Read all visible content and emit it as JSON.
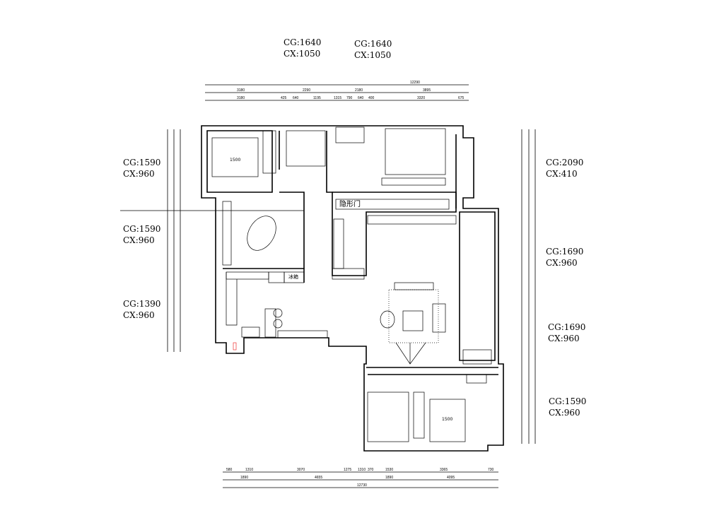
{
  "annotations": [
    {
      "cg": "CG:1640",
      "cx": "CX:1050"
    },
    {
      "cg": "CG:1640",
      "cx": "CX:1050"
    },
    {
      "cg": "CG:1590",
      "cx": "CX:960"
    },
    {
      "cg": "CG:1590",
      "cx": "CX:960"
    },
    {
      "cg": "CG:1390",
      "cx": "CX:960"
    },
    {
      "cg": "CG:2090",
      "cx": "CX:410"
    },
    {
      "cg": "CG:1690",
      "cx": "CX:960"
    },
    {
      "cg": "CG:1690",
      "cx": "CX:960"
    },
    {
      "cg": "CG:1590",
      "cx": "CX:960"
    }
  ],
  "dimensions": {
    "top_total": "12290",
    "top_row1": [
      "3180",
      "2290",
      "2180",
      "3895"
    ],
    "top_row2": [
      "3180",
      "425",
      "640",
      "1195",
      "1315",
      "790",
      "640",
      "400",
      "3320",
      "675"
    ],
    "bottom_row1": [
      "580",
      "1310",
      "3070",
      "1275",
      "1310",
      "370",
      "1530",
      "3365",
      "730"
    ],
    "bottom_row2": [
      "1890",
      "4655",
      "1890",
      "4095"
    ],
    "bottom_total": "12730"
  },
  "labels": {
    "hidden_door": "隐形门",
    "fridge": "冰箱",
    "bed_master": "1500",
    "bed_second": "1500"
  }
}
